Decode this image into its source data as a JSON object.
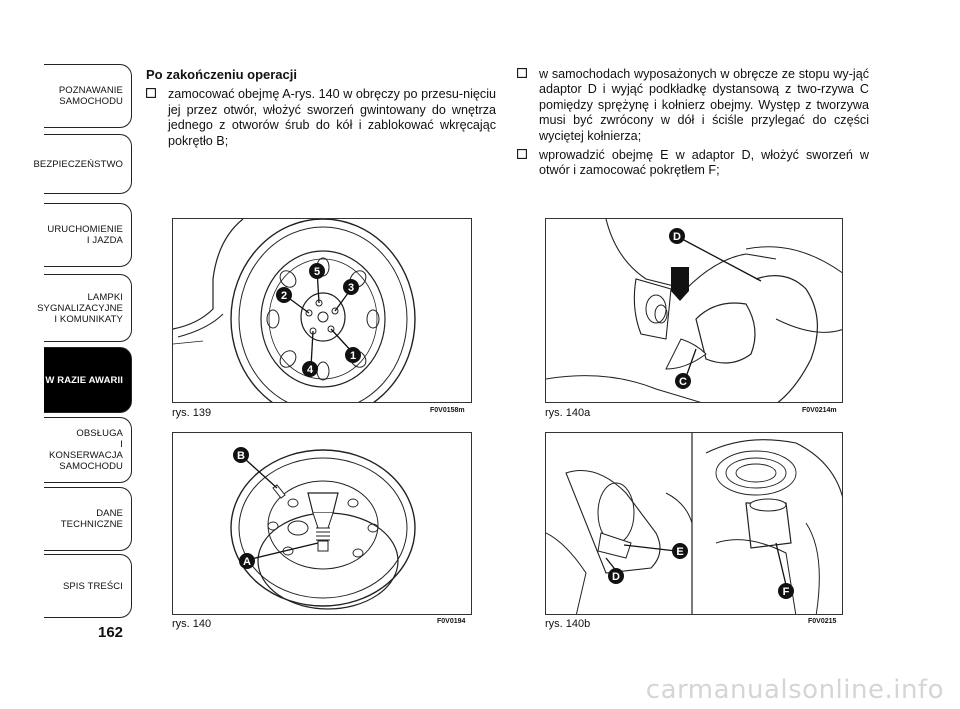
{
  "sidebar": {
    "tabs": [
      {
        "label": "POZNAWANIE\nSAMOCHODU",
        "active": false
      },
      {
        "label": "BEZPIECZEŃSTWO",
        "active": false
      },
      {
        "label": "URUCHOMIENIE\nI JAZDA",
        "active": false
      },
      {
        "label": "LAMPKI\nSYGNALIZACYJNE\nI KOMUNIKATY",
        "active": false
      },
      {
        "label": "W RAZIE AWARII",
        "active": true
      },
      {
        "label": "OBSŁUGA\nI KONSERWACJA\nSAMOCHODU",
        "active": false
      },
      {
        "label": "DANE\nTECHNICZNE",
        "active": false
      },
      {
        "label": "SPIS TREŚCI",
        "active": false
      }
    ]
  },
  "page_number": "162",
  "left_column": {
    "heading": "Po zakończeniu operacji",
    "bullets": [
      "zamocować obejmę A-rys. 140 w obręczy po przesu-nięciu jej przez otwór, włożyć sworzeń gwintowany do wnętrza jednego z otworów śrub do kół i zablokować wkręcając pokrętło B;"
    ]
  },
  "right_column": {
    "bullets": [
      "w samochodach wyposażonych w obręcze ze stopu wy-jąć adaptor D i wyjąć podkładkę dystansową z two-rzywa C pomiędzy sprężynę i kołnierz obejmy. Występ z tworzywa musi być zwrócony w dół i ściśle przylegać do części wyciętej kołnierza;",
      "wprowadzić obejmę E w adaptor D, włożyć sworzeń w otwór i zamocować pokrętłem F;"
    ]
  },
  "figures": {
    "fig139": {
      "caption": "rys. 139",
      "code": "F0V0158m",
      "labels": [
        "1",
        "2",
        "3",
        "4",
        "5"
      ]
    },
    "fig140": {
      "caption": "rys. 140",
      "code": "F0V0194",
      "labels": [
        "A",
        "B"
      ]
    },
    "fig140a": {
      "caption": "rys. 140a",
      "code": "F0V0214m",
      "labels": [
        "C",
        "D"
      ]
    },
    "fig140b": {
      "caption": "rys. 140b",
      "code": "F0V0215",
      "labels": [
        "D",
        "E",
        "F"
      ]
    }
  },
  "watermark": "carmanualsonline.info",
  "icons": {
    "bullet": "checkbox-square-icon"
  }
}
